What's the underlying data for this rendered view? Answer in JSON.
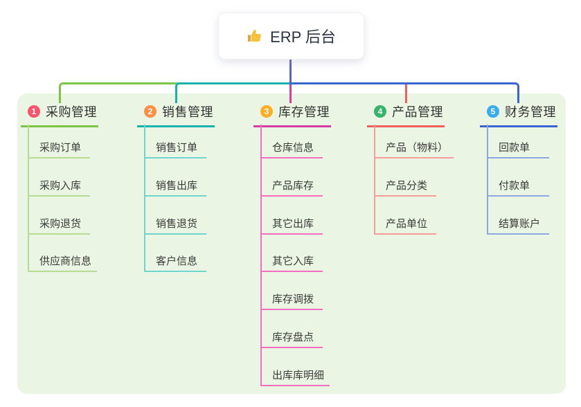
{
  "root": {
    "title": "ERP 后台",
    "icon": "thumbs-up-icon"
  },
  "connector": {
    "stem_color": "#5B63C8"
  },
  "canvas": {
    "page_color": "#FFFFFF",
    "panel_color": "#EAF6E3"
  },
  "branches": [
    {
      "num": "1",
      "title": "采购管理",
      "line_color": "#7DC344",
      "badge_color": "#F8546E",
      "light_color": "#B6DC92",
      "children": [
        "采购订单",
        "采购入库",
        "采购退货",
        "供应商信息"
      ]
    },
    {
      "num": "2",
      "title": "销售管理",
      "line_color": "#16B3AC",
      "badge_color": "#FF8F42",
      "light_color": "#6FD4CC",
      "children": [
        "销售订单",
        "销售出库",
        "销售退货",
        "客户信息"
      ]
    },
    {
      "num": "3",
      "title": "库存管理",
      "line_color": "#D63DA2",
      "badge_color": "#FFAE26",
      "light_color": "#F26FC0",
      "children": [
        "仓库信息",
        "产品库存",
        "其它出库",
        "其它入库",
        "库存调拨",
        "库存盘点",
        "出库库明细"
      ]
    },
    {
      "num": "4",
      "title": "产品管理",
      "line_color": "#F15F5C",
      "badge_color": "#36B56A",
      "light_color": "#F79D99",
      "children": [
        "产品（物料）",
        "产品分类",
        "产品单位"
      ]
    },
    {
      "num": "5",
      "title": "财务管理",
      "line_color": "#3C63D2",
      "badge_color": "#39ACEF",
      "light_color": "#8FA7DF",
      "children": [
        "回款单",
        "付款单",
        "结算账户"
      ]
    }
  ]
}
